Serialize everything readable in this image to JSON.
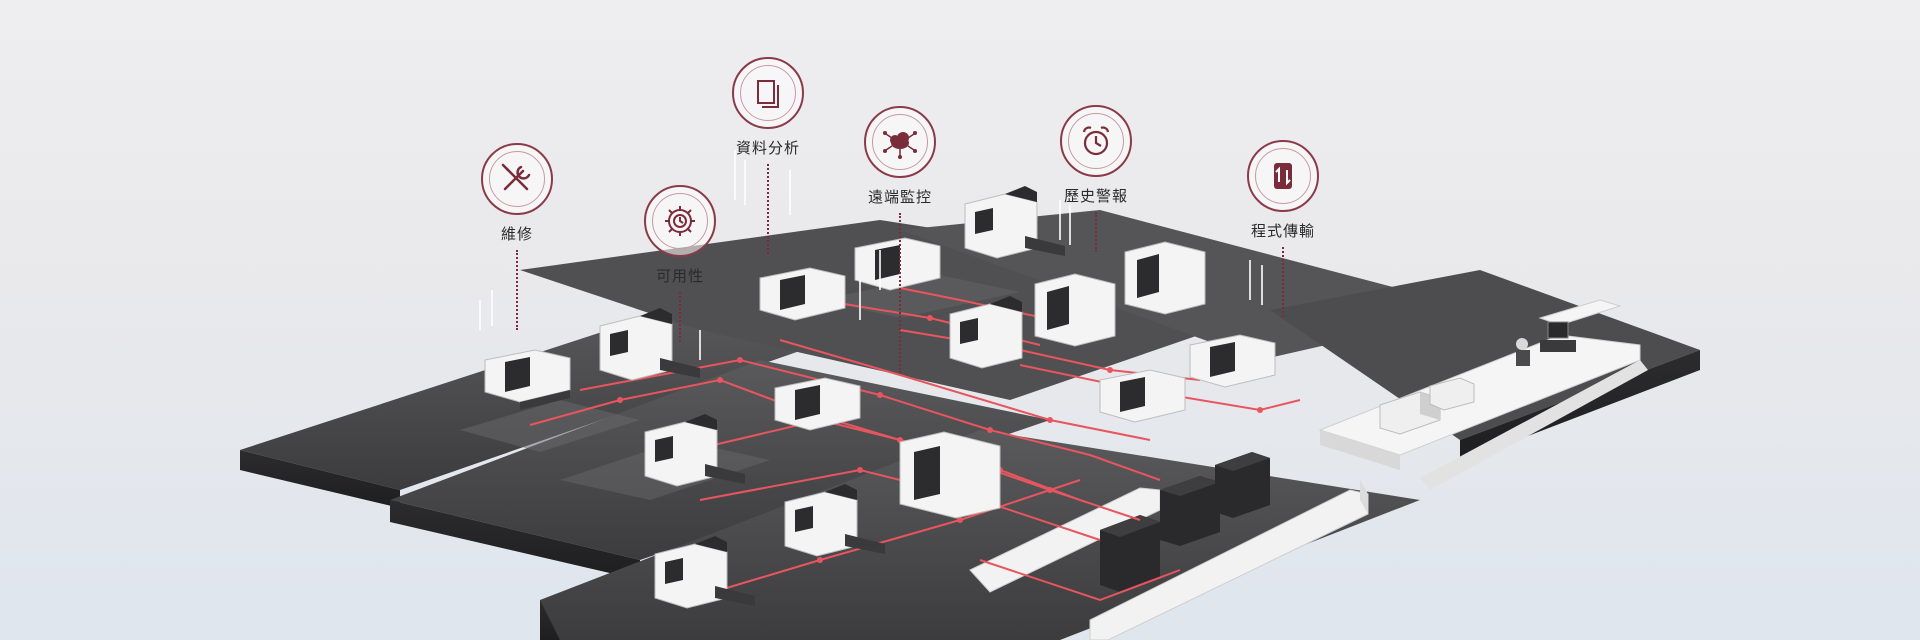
{
  "features": [
    {
      "id": "maintenance",
      "label": "維修",
      "icon": "wrench-screwdriver-icon"
    },
    {
      "id": "availability",
      "label": "可用性",
      "icon": "gear-clock-icon"
    },
    {
      "id": "data-analysis",
      "label": "資料分析",
      "icon": "documents-icon"
    },
    {
      "id": "remote-monitoring",
      "label": "遠端監控",
      "icon": "cloud-network-icon"
    },
    {
      "id": "history-alarm",
      "label": "歷史警報",
      "icon": "alarm-clock-icon"
    },
    {
      "id": "program-transfer",
      "label": "程式傳輸",
      "icon": "up-down-arrows-icon"
    }
  ],
  "colors": {
    "accent": "#7a2c3a",
    "network_line": "#e8555f",
    "floor": "#4a4a4c",
    "floor_dark": "#3a3a3c",
    "machine_body": "#f4f4f4",
    "machine_dark": "#2c2c2e"
  }
}
